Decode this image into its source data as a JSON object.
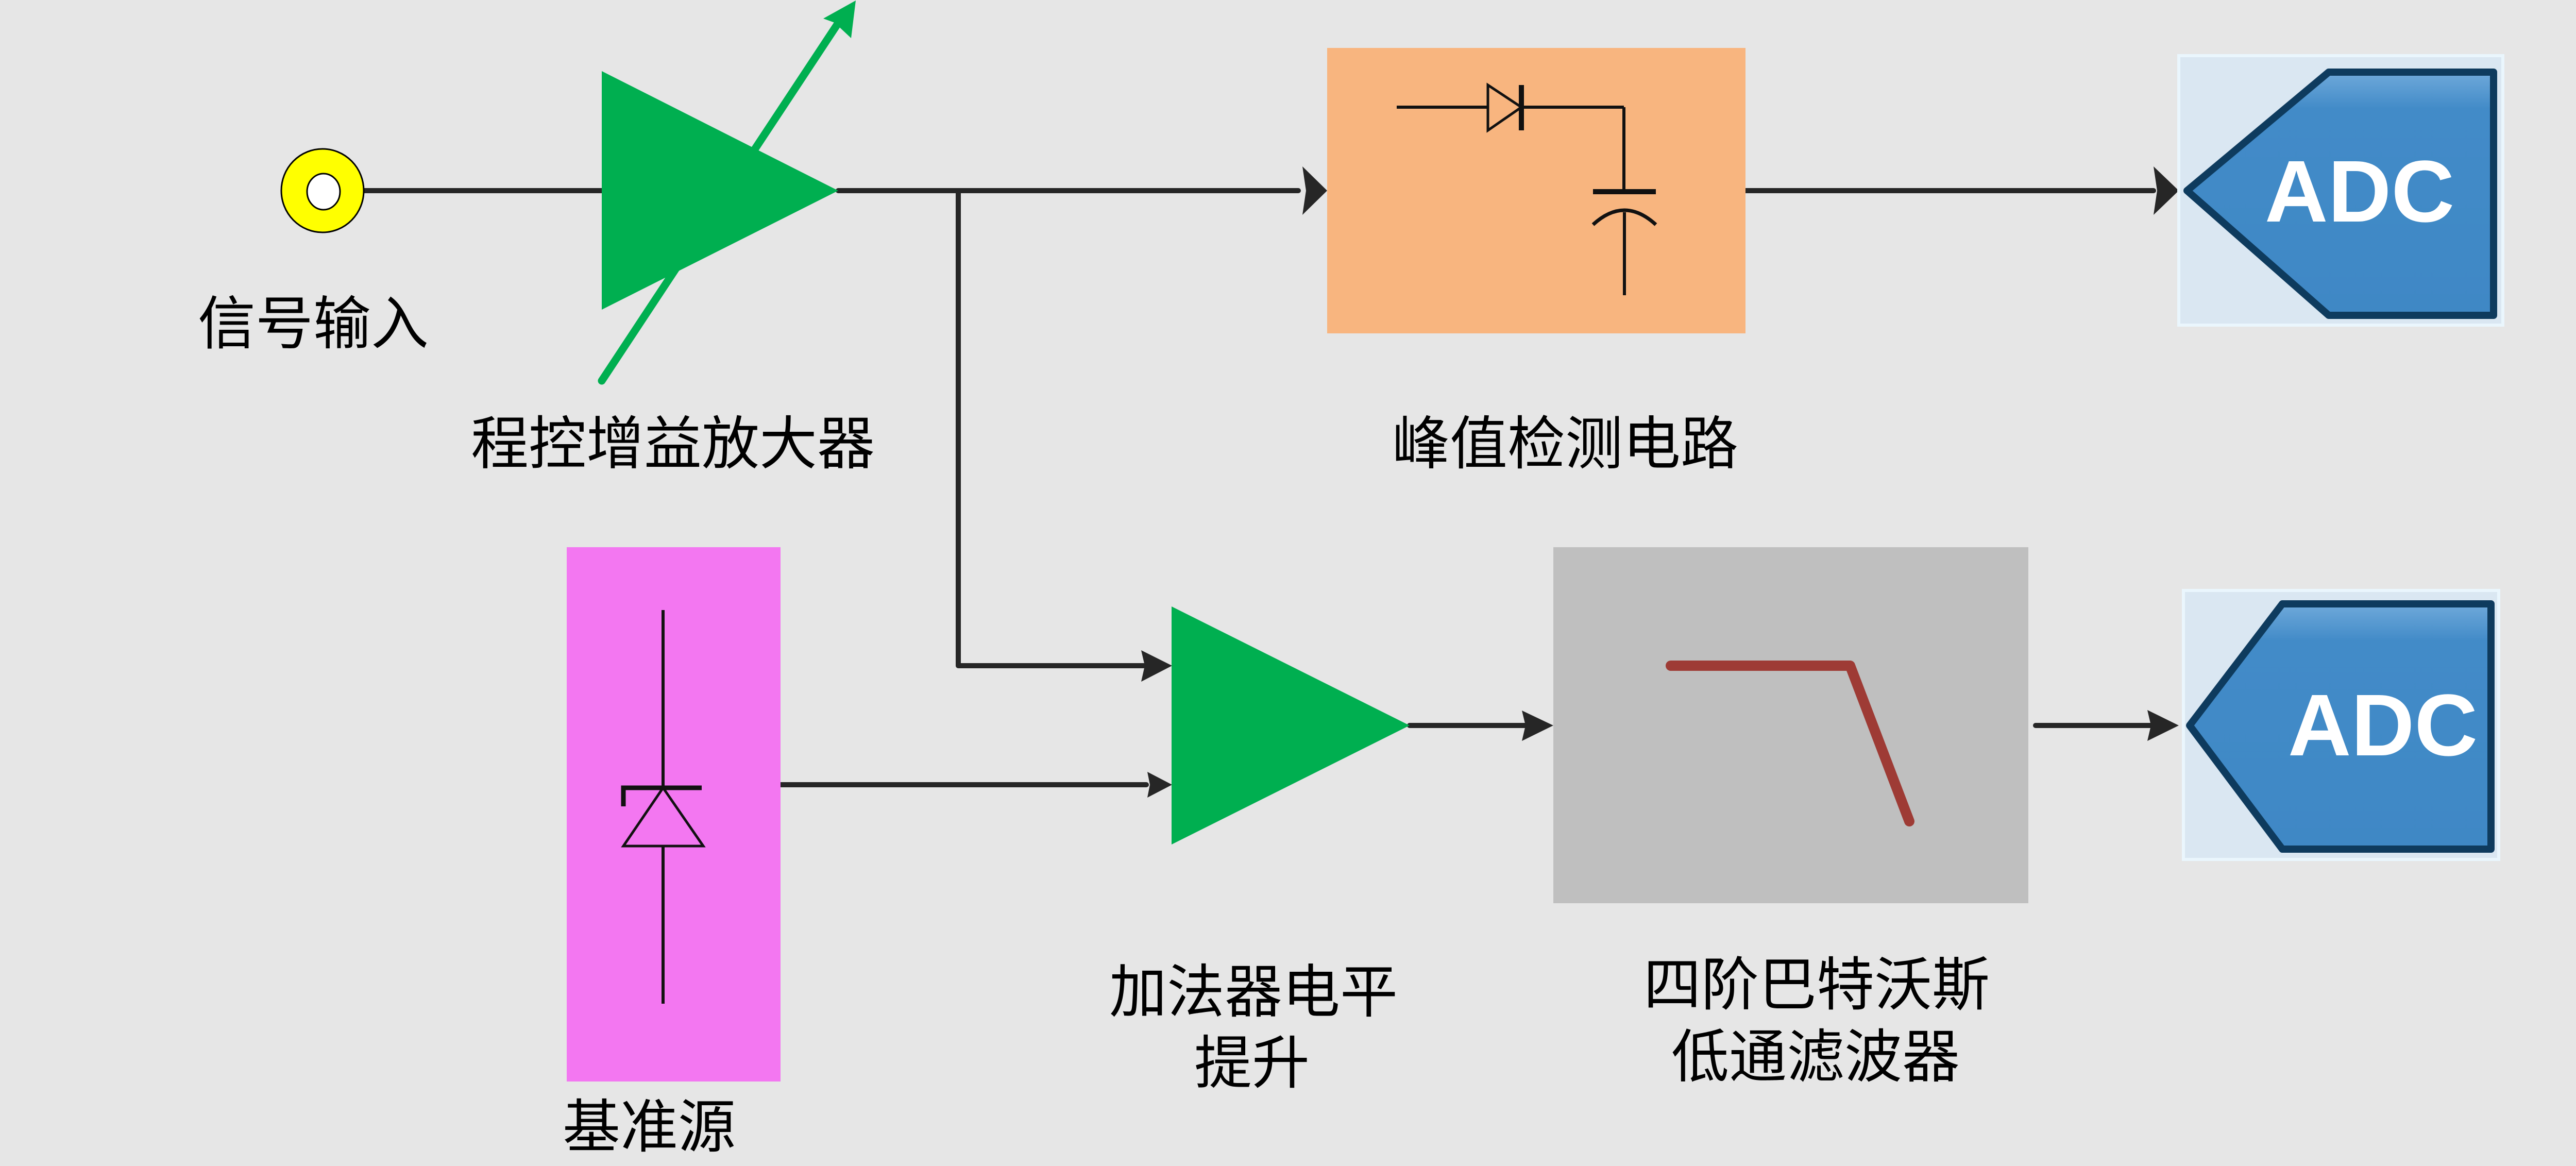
{
  "diagram": {
    "title": "",
    "colors": {
      "background": "#E6E6E6",
      "wire": "#262626",
      "amplifier": "#00AF50",
      "peak_detector": "#F8B57F",
      "reference": "#F377F1",
      "filter": "#BFBFBF",
      "filter_response": "#9E3B35",
      "connector_ring": "#FFFF00",
      "adc_body": "#428BC8",
      "adc_frame": "#DAE7F2"
    },
    "nodes": {
      "signal_input": {
        "label": "信号输入",
        "icon": "connector-jack-icon"
      },
      "pga": {
        "label": "程控增益放大器",
        "icon": "variable-gain-amplifier-icon"
      },
      "peak_detector": {
        "label": "峰值检测电路",
        "icon": "diode-capacitor-icon"
      },
      "adc_top": {
        "label": "ADC",
        "icon": "adc-arrow-icon"
      },
      "reference": {
        "label": "基准源",
        "icon": "zener-diode-icon"
      },
      "adder": {
        "label_line1": "加法器电平",
        "label_line2": "提升",
        "icon": "amplifier-icon"
      },
      "filter": {
        "label_line1": "四阶巴特沃斯",
        "label_line2": "低通滤波器",
        "icon": "lowpass-response-icon"
      },
      "adc_bottom": {
        "label": "ADC",
        "icon": "adc-arrow-icon"
      }
    },
    "edges": [
      {
        "from": "signal_input",
        "to": "pga"
      },
      {
        "from": "pga",
        "to": "peak_detector"
      },
      {
        "from": "peak_detector",
        "to": "adc_top"
      },
      {
        "from": "pga",
        "to": "adder"
      },
      {
        "from": "reference",
        "to": "adder"
      },
      {
        "from": "adder",
        "to": "filter"
      },
      {
        "from": "filter",
        "to": "adc_bottom"
      }
    ]
  }
}
